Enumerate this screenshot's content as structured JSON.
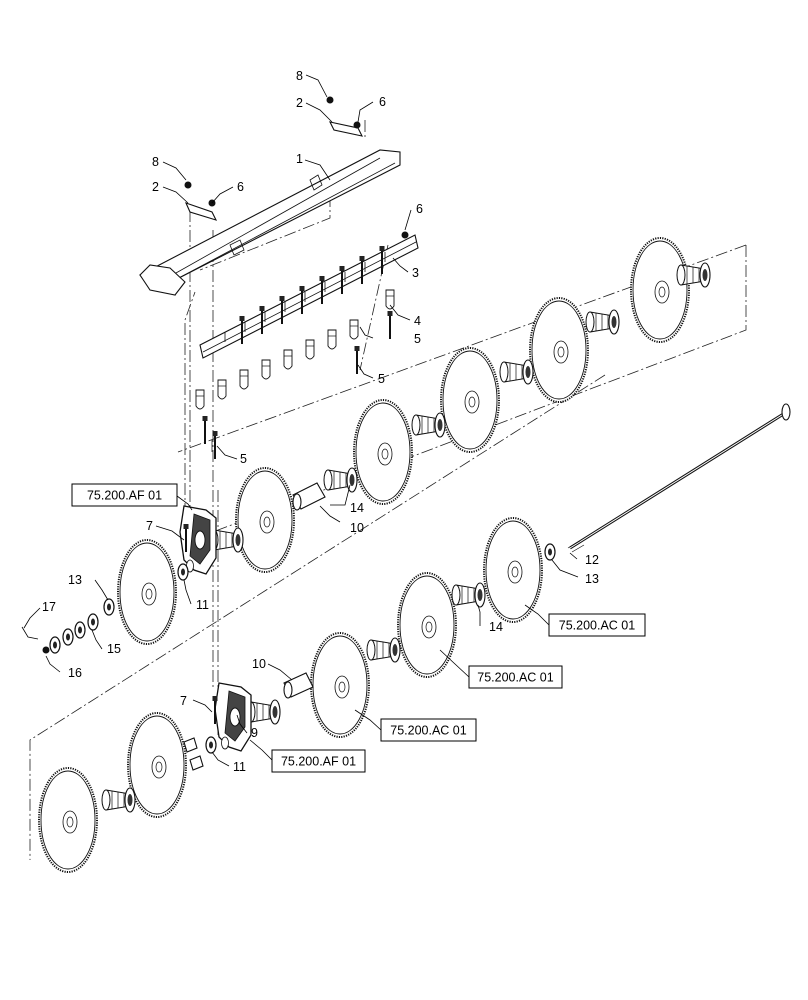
{
  "callouts": {
    "c1": "1",
    "c2a": "2",
    "c2b": "2",
    "c3": "3",
    "c4": "4",
    "c5a": "5",
    "c5b": "5",
    "c5c": "5",
    "c6a": "6",
    "c6b": "6",
    "c6c": "6",
    "c7a": "7",
    "c7b": "7",
    "c8a": "8",
    "c8b": "8",
    "c9": "9",
    "c10a": "10",
    "c10b": "10",
    "c11a": "11",
    "c11b": "11",
    "c12": "12",
    "c13a": "13",
    "c13b": "13",
    "c14a": "14",
    "c14b": "14",
    "c15": "15",
    "c16": "16",
    "c17": "17"
  },
  "references": {
    "af_top": "75.200.AF 01",
    "af_bottom": "75.200.AF 01",
    "ac_right": "75.200.AC 01",
    "ac_mid": "75.200.AC 01",
    "ac_low": "75.200.AC 01"
  }
}
